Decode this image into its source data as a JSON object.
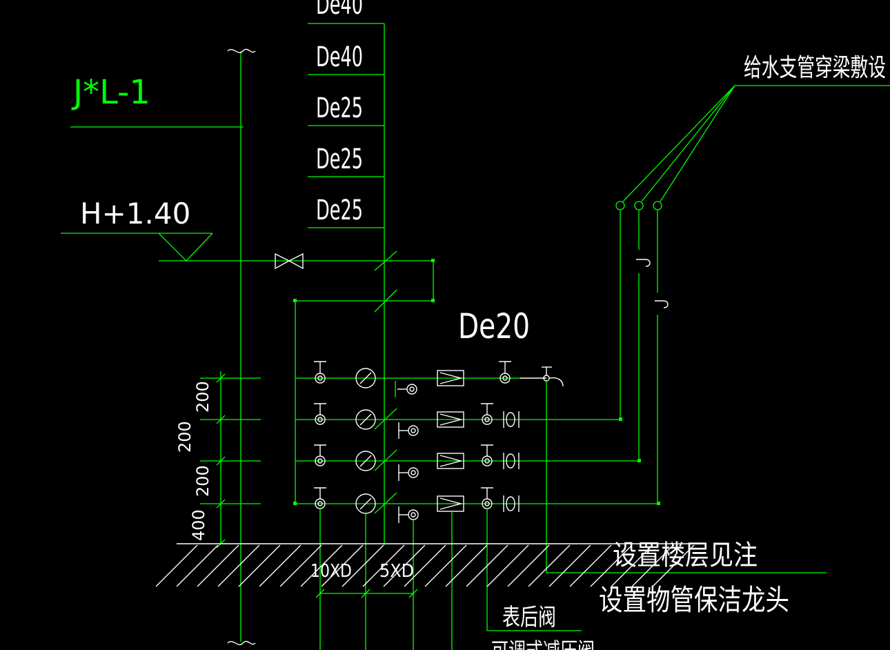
{
  "drawing": {
    "colors": {
      "background": "#000000",
      "lines": "#00ff00",
      "symbols": "#ffffff"
    },
    "riser_label": "J*L-1",
    "elevation_label": "H+1.40",
    "pipe_sizes": [
      "De40",
      "De40",
      "De25",
      "De25",
      "De25"
    ],
    "branch_size": "De20",
    "annotations": {
      "branch_through_beam": "给水支管穿梁敷设",
      "floor_note": "设置楼层见注",
      "cleaning_tap_note": "设置物管保洁龙头",
      "after_meter_valve": "表后阀",
      "bottom_cut_text": "可调式减压阀"
    },
    "dimensions": {
      "top_gap": "200",
      "outer_gap": "200",
      "lower_gap": "200",
      "floor_gap": "400",
      "spacing_1": "10XD",
      "spacing_2": "5XD"
    }
  }
}
